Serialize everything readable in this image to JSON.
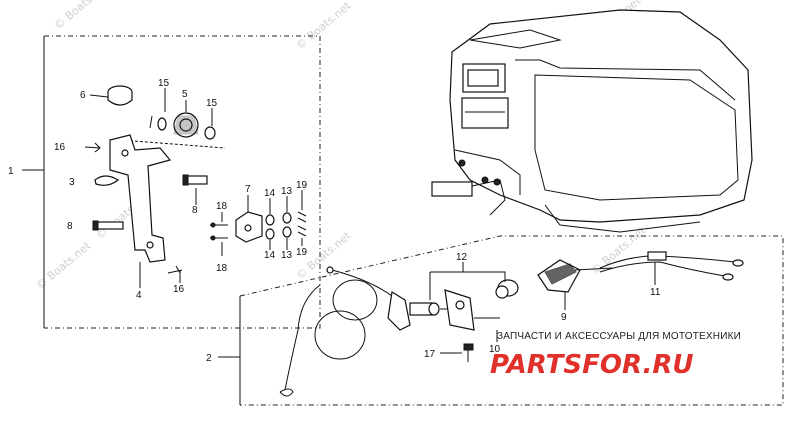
{
  "watermarks": [
    "© Boats.net",
    "© Boats.net",
    "© Boats.net",
    "© Boats.net",
    "© Boats.net",
    "© Boats.net",
    "© Boats.net"
  ],
  "callouts": {
    "c1": "1",
    "c2": "2",
    "c3": "3",
    "c4": "4",
    "c5": "5",
    "c6": "6",
    "c7": "7",
    "c8a": "8",
    "c8b": "8",
    "c9": "9",
    "c10": "10",
    "c11": "11",
    "c12": "12",
    "c13a": "13",
    "c13b": "13",
    "c14a": "14",
    "c14b": "14",
    "c15a": "15",
    "c15b": "15",
    "c16a": "16",
    "c16b": "16",
    "c17": "17",
    "c18a": "18",
    "c18b": "18",
    "c19a": "19",
    "c19b": "19"
  },
  "ad": {
    "tagline": "ЗАПЧАСТИ И АКСЕССУАРЫ ДЛЯ МОТОТЕХНИКИ",
    "brand": "PARTSFOR.RU",
    "brand_color": "#e0302a"
  }
}
